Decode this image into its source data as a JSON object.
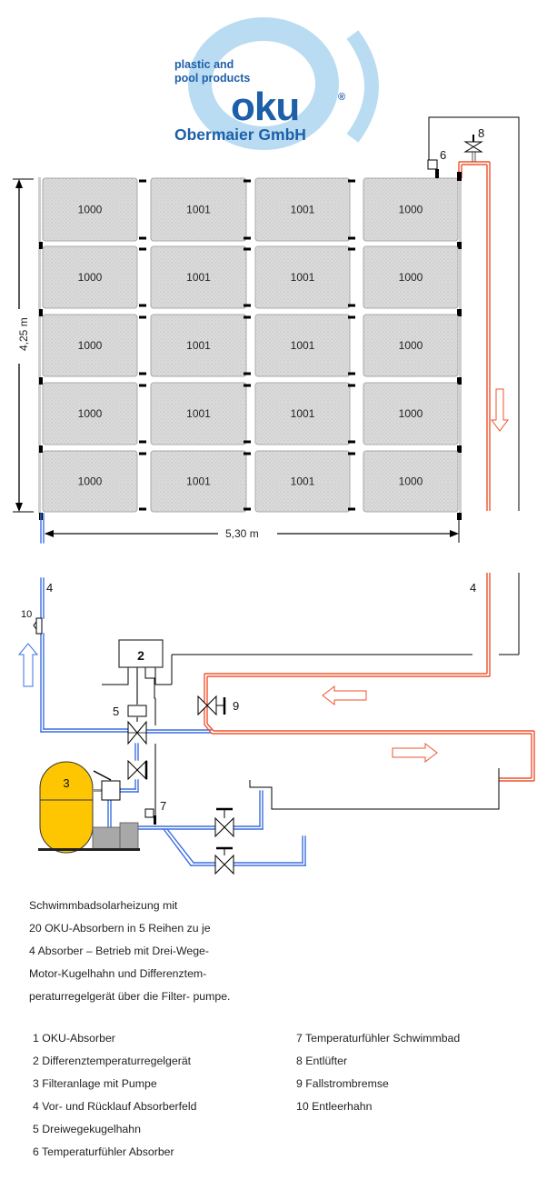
{
  "logo": {
    "tagline_line1": "plastic and",
    "tagline_line2": "pool products",
    "brand": "oku",
    "registered": "®",
    "company": "Obermaier GmbH",
    "colors": {
      "brand_blue": "#1d5fa8",
      "light_blue": "#b9dcf2"
    }
  },
  "field": {
    "rows": [
      [
        "1000",
        "1001",
        "1001",
        "1000"
      ],
      [
        "1000",
        "1001",
        "1001",
        "1000"
      ],
      [
        "1000",
        "1001",
        "1001",
        "1000"
      ],
      [
        "1000",
        "1001",
        "1001",
        "1000"
      ],
      [
        "1000",
        "1001",
        "1001",
        "1000"
      ]
    ],
    "height_label": "4,25 m",
    "width_label": "5,30 m"
  },
  "callouts": {
    "c2": "2",
    "c3": "3",
    "c4_left": "4",
    "c4_right": "4",
    "c5": "5",
    "c6": "6",
    "c7": "7",
    "c8": "8",
    "c9": "9",
    "c10": "10"
  },
  "colors": {
    "supply_pipe": "#3b6fe0",
    "return_pipe": "#f0532d",
    "filter_tank": "#fdc600",
    "pump": "#a8a8a8",
    "panel_fill": "#d9d9d9"
  },
  "description": [
    "Schwimmbadsolarheizung mit",
    "20 OKU-Absorbern in 5 Reihen zu je",
    "4 Absorber – Betrieb mit Drei-Wege-",
    "Motor-Kugelhahn und Differenztem-",
    "peraturregelgerät über die Filter- pumpe."
  ],
  "legend": {
    "left": [
      "1 OKU-Absorber",
      "2 Differenztemperaturregelgerät",
      "3 Filteranlage mit Pumpe",
      "4 Vor- und Rücklauf Absorberfeld",
      "5 Dreiwegekugelhahn",
      "6 Temperaturfühler Absorber"
    ],
    "right": [
      "7 Temperaturfühler Schwimmbad",
      "8 Entlüfter",
      "9 Fallstrombremse",
      "10 Entleerhahn"
    ]
  }
}
